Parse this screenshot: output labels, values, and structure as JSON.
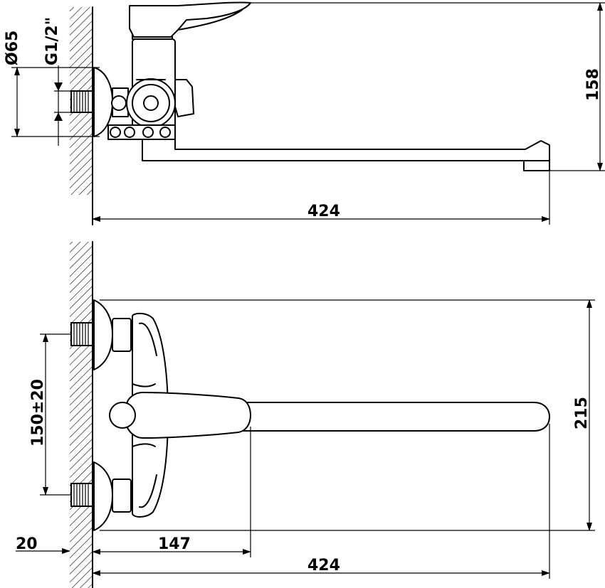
{
  "dimensions": {
    "side_view": {
      "diameter_label": "Ø65",
      "thread_label": "G1/2\"",
      "height_label": "158",
      "length_label": "424"
    },
    "front_view": {
      "spacing_label": "150±20",
      "height_label": "215",
      "wall_offset_label": "20",
      "lever_reach_label": "147",
      "length_label": "424"
    }
  }
}
